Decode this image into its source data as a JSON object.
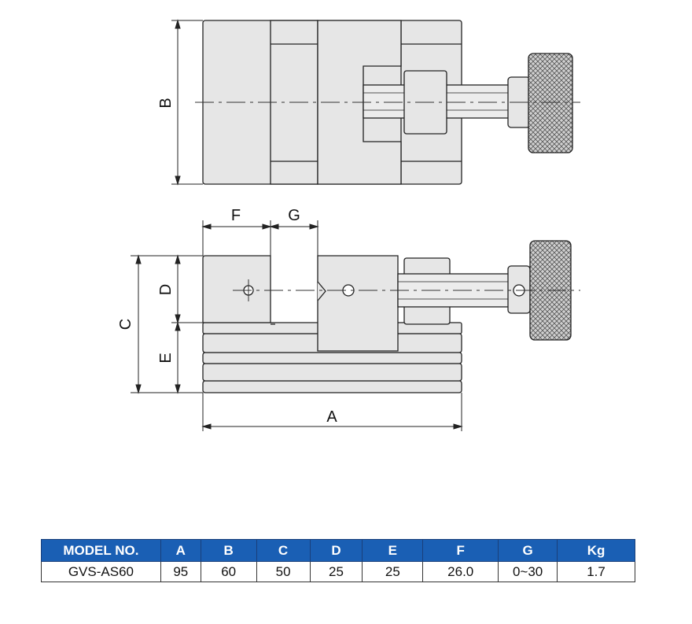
{
  "dimension_labels": {
    "A": "A",
    "B": "B",
    "C": "C",
    "D": "D",
    "E": "E",
    "F": "F",
    "G": "G"
  },
  "table": {
    "headers": [
      "MODEL NO.",
      "A",
      "B",
      "C",
      "D",
      "E",
      "F",
      "G",
      "Kg"
    ],
    "rows": [
      [
        "GVS-AS60",
        "95",
        "60",
        "50",
        "25",
        "25",
        "26.0",
        "0~30",
        "1.7"
      ]
    ]
  },
  "colors": {
    "header_bg": "#1a5fb4",
    "header_text": "#ffffff",
    "part_fill": "#e6e6e6",
    "line": "#222222"
  }
}
